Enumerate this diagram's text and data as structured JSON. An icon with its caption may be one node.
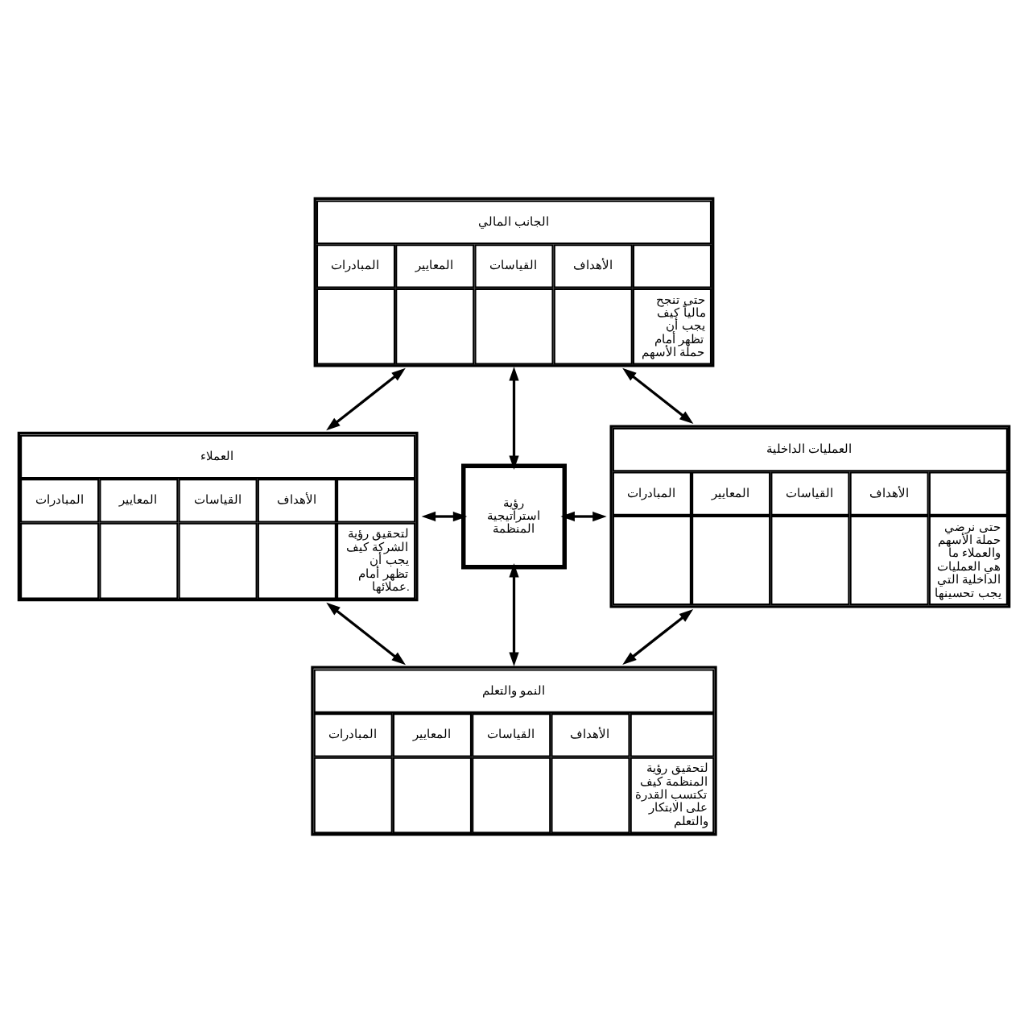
{
  "diagram": {
    "nodes": [
      {
        "text": [
          "الجانب المالي",
          "الأهداف",
          "القياسات",
          "المعايير",
          "المبادرات",
          "حتى تنجح مالياً كيف يجب أن تظهر أمام حملة الأسهم"
        ]
      },
      {
        "text": [
          "العملاء",
          "الأهداف",
          "القياسات",
          "المعايير",
          "المبادرات",
          "لتحقيق رؤية الشركة كيف يجب أن تظهر أمام عملائها."
        ]
      },
      {
        "text": [
          "رؤية استراتيجية المنظمة"
        ]
      },
      {
        "text": [
          "العمليات الداخلية",
          "الأهداف",
          "القياسات",
          "المعايير",
          "المبادرات",
          "حتى نرضي حملة الأسهم والعملاء ما هي العمليات الداخلية التي يجب تحسينها"
        ]
      },
      {
        "text": [
          "النمو والتعلم",
          "الأهداف",
          "القياسات",
          "المعايير",
          "المبادرات",
          "لتحقيق رؤية المنظمة كيف تكتسب القدرة على الابتكار والتعلم"
        ]
      }
    ],
    "edges": [
      {
        "from": 0,
        "to": 1,
        "arrow": "both"
      },
      {
        "from": 0,
        "to": 3,
        "arrow": "both"
      },
      {
        "from": 0,
        "to": 2,
        "arrow": "both"
      },
      {
        "from": 1,
        "to": 2,
        "arrow": "both"
      },
      {
        "from": 2,
        "to": 3,
        "arrow": "both"
      },
      {
        "from": 2,
        "to": 4,
        "arrow": "both"
      },
      {
        "from": 1,
        "to": 4,
        "arrow": "both"
      },
      {
        "from": 3,
        "to": 4,
        "arrow": "both"
      }
    ]
  }
}
